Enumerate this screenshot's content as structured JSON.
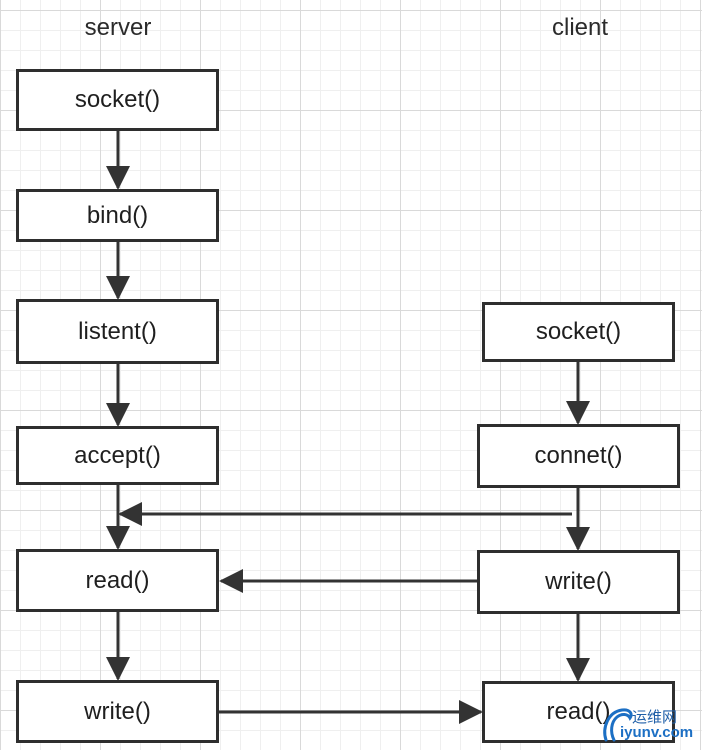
{
  "headers": {
    "server": "server",
    "client": "client"
  },
  "server_steps": {
    "socket": "socket()",
    "bind": "bind()",
    "listent": "listent()",
    "accept": "accept()",
    "read": "read()",
    "write": "write()"
  },
  "client_steps": {
    "socket": "socket()",
    "connet": "connet()",
    "write": "write()",
    "read": "read()"
  },
  "watermark": {
    "name": "运维网",
    "url": "iyunv.com"
  },
  "colors": {
    "box_border": "#2e2e2e",
    "arrow": "#333333",
    "watermark": "#1c6fc4"
  }
}
